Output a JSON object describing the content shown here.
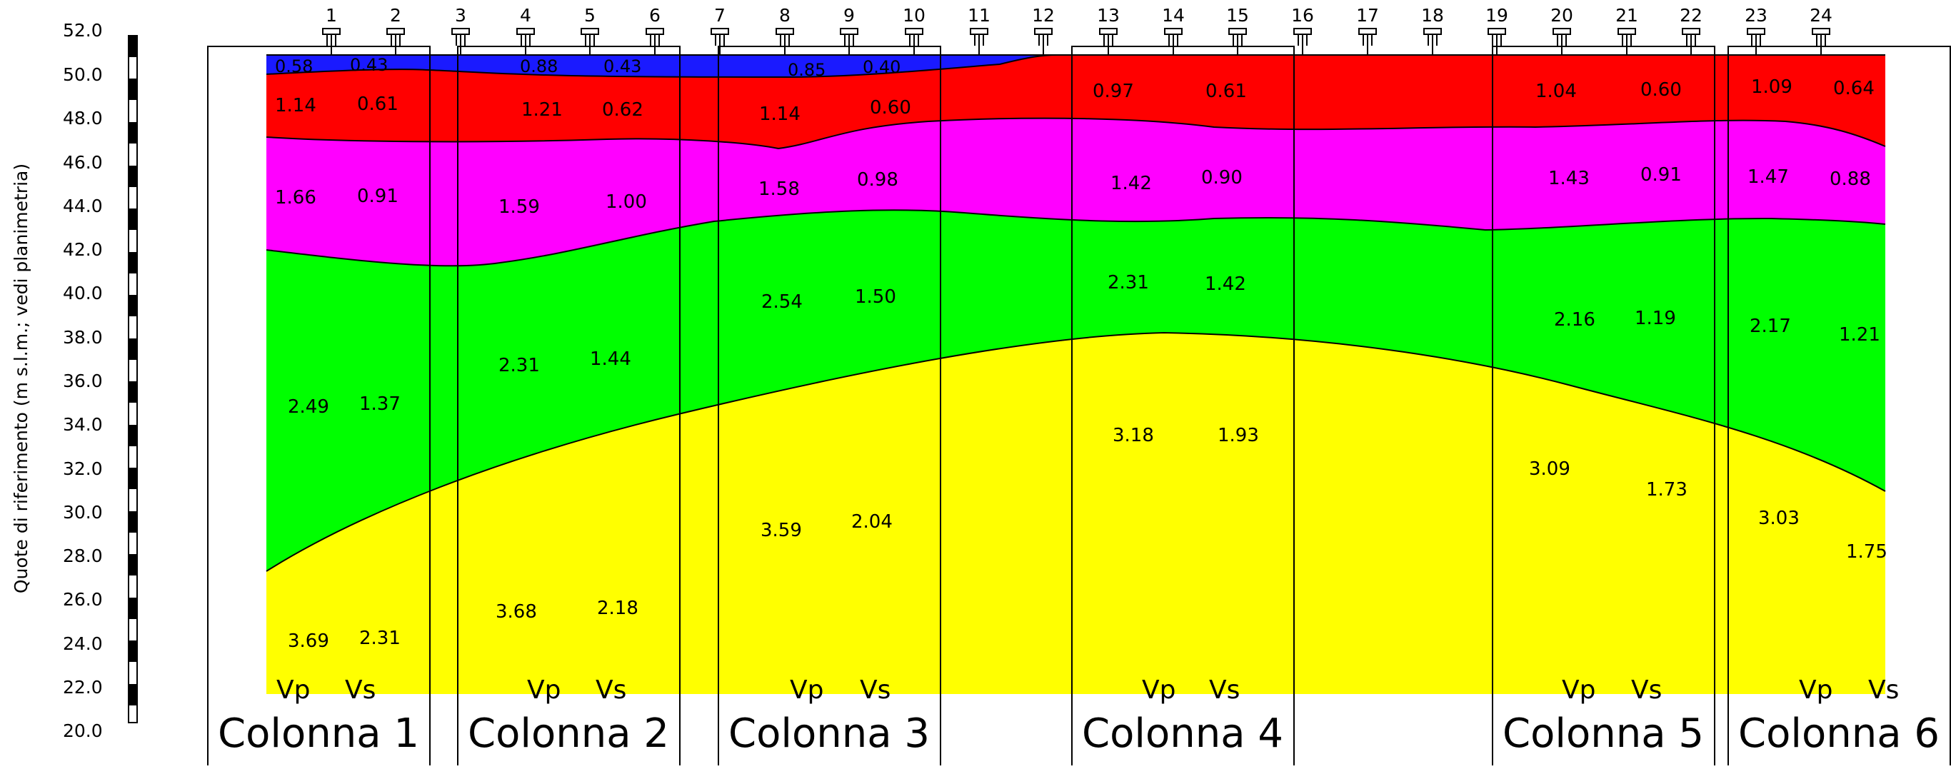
{
  "y_axis": {
    "title": "Quote di riferimento (m s.l.m.; vedi planimetria)",
    "ticks": [
      "52.0",
      "50.0",
      "48.0",
      "46.0",
      "44.0",
      "42.0",
      "40.0",
      "38.0",
      "36.0",
      "34.0",
      "32.0",
      "30.0",
      "28.0",
      "26.0",
      "24.0",
      "22.0",
      "20.0"
    ],
    "min": 20.0,
    "max": 52.0
  },
  "geophones": [
    "1",
    "2",
    "3",
    "4",
    "5",
    "6",
    "7",
    "8",
    "9",
    "10",
    "11",
    "12",
    "13",
    "14",
    "15",
    "16",
    "17",
    "18",
    "19",
    "20",
    "21",
    "22",
    "23",
    "24"
  ],
  "columns": [
    {
      "label": "Colonna 1",
      "vp_label": "Vp",
      "vs_label": "Vs"
    },
    {
      "label": "Colonna 2",
      "vp_label": "Vp",
      "vs_label": "Vs"
    },
    {
      "label": "Colonna 3",
      "vp_label": "Vp",
      "vs_label": "Vs"
    },
    {
      "label": "Colonna 4",
      "vp_label": "Vp",
      "vs_label": "Vs"
    },
    {
      "label": "Colonna 5",
      "vp_label": "Vp",
      "vs_label": "Vs"
    },
    {
      "label": "Colonna 6",
      "vp_label": "Vp",
      "vs_label": "Vs"
    }
  ],
  "layers": [
    {
      "name": "layer-1",
      "color": "#1a1aff"
    },
    {
      "name": "layer-2",
      "color": "#ff0000"
    },
    {
      "name": "layer-3",
      "color": "#ff00ff"
    },
    {
      "name": "layer-4",
      "color": "#00ff00"
    },
    {
      "name": "layer-5",
      "color": "#ffff00"
    }
  ],
  "velocities": {
    "col1": {
      "layer1": [
        "0.58",
        "0.43"
      ],
      "layer2": [
        "1.14",
        "0.61"
      ],
      "layer3": [
        "1.66",
        "0.91"
      ],
      "layer4": [
        "2.49",
        "1.37"
      ],
      "layer5": [
        "3.69",
        "2.31"
      ]
    },
    "col2": {
      "layer1": [
        "0.88",
        "0.43"
      ],
      "layer2": [
        "1.21",
        "0.62"
      ],
      "layer3": [
        "1.59",
        "1.00"
      ],
      "layer4": [
        "2.31",
        "1.44"
      ],
      "layer5": [
        "3.68",
        "2.18"
      ]
    },
    "col3": {
      "layer1": [
        "0.85",
        "0.40"
      ],
      "layer2": [
        "1.14",
        "0.60"
      ],
      "layer3": [
        "1.58",
        "0.98"
      ],
      "layer4": [
        "2.54",
        "1.50"
      ],
      "layer5": [
        "3.59",
        "2.04"
      ]
    },
    "col4": {
      "layer2": [
        "0.97",
        "0.61"
      ],
      "layer3": [
        "1.42",
        "0.90"
      ],
      "layer4": [
        "2.31",
        "1.42"
      ],
      "layer5": [
        "3.18",
        "1.93"
      ]
    },
    "col5": {
      "layer2": [
        "1.04",
        "0.60"
      ],
      "layer3": [
        "1.43",
        "0.91"
      ],
      "layer4": [
        "2.16",
        "1.19"
      ],
      "layer5": [
        "3.09",
        "1.73"
      ]
    },
    "col6": {
      "layer2": [
        "1.09",
        "0.64"
      ],
      "layer3": [
        "1.47",
        "0.88"
      ],
      "layer4": [
        "2.17",
        "1.21"
      ],
      "layer5": [
        "3.03",
        "1.75"
      ]
    }
  }
}
